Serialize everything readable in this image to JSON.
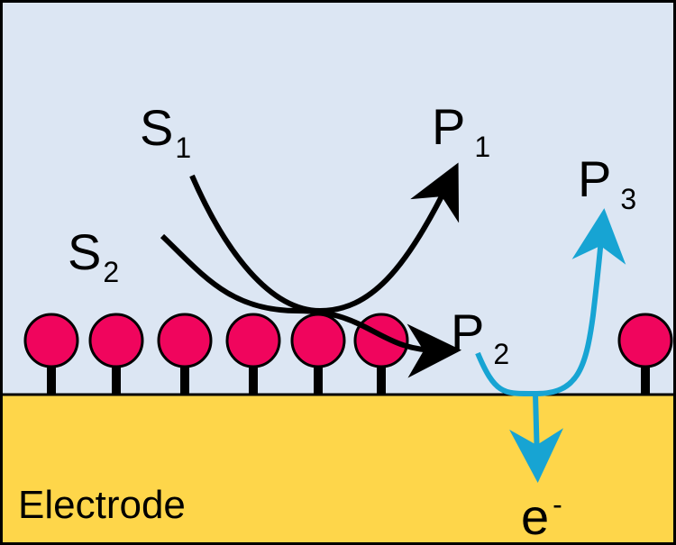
{
  "colors": {
    "solution": "#dce6f3",
    "electrode": "#fed64a",
    "catalyst": "#f0055d",
    "pathway_black": "#000000",
    "pathway_cyan": "#17a4d3",
    "outline": "#000000"
  },
  "labels": {
    "s1": {
      "main": "S",
      "sub": "1"
    },
    "s2": {
      "main": "S",
      "sub": "2"
    },
    "p1": {
      "main": "P",
      "sub": "1"
    },
    "p2": {
      "main": "P",
      "sub": "2"
    },
    "p3": {
      "main": "P",
      "sub": "3"
    },
    "electron": {
      "main": "e",
      "sup": "-"
    },
    "electrode": "Electrode"
  },
  "catalyst_count": 7,
  "icons": {
    "catalyst": "pin-molecule-icon",
    "arrow": "arrowhead-icon"
  }
}
